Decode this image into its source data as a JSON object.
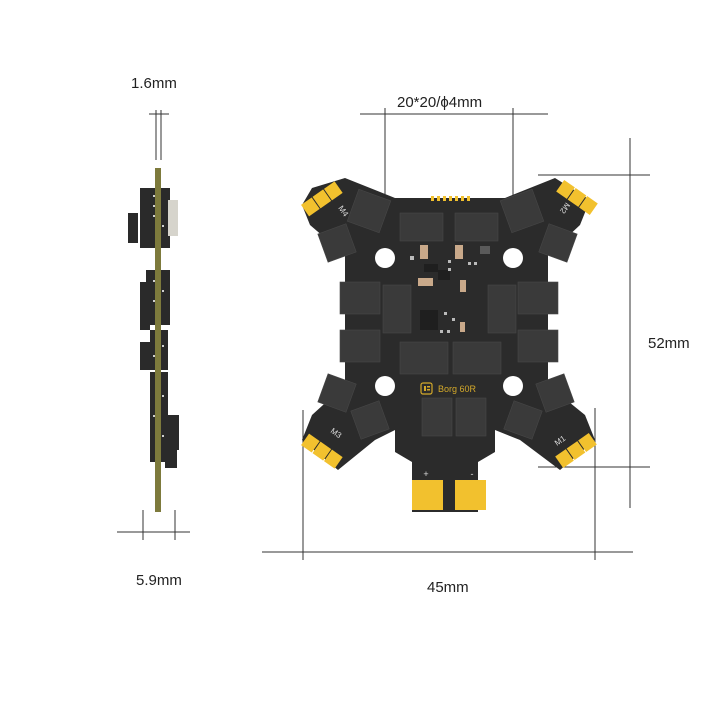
{
  "dimensions": {
    "thickness": "1.6mm",
    "height_side": "5.9mm",
    "mounting": "20*20/ϕ4mm",
    "length": "52mm",
    "width": "45mm"
  },
  "board": {
    "brand_label": "Borg 60R",
    "motor_labels": [
      "M4",
      "M2",
      "M3",
      "M1"
    ],
    "power_labels": [
      "+",
      "-"
    ],
    "colors": {
      "pcb": "#2b2b2b",
      "pad": "#f2c12e",
      "component": "#3a3a3a",
      "side_pcb": "#7d7a3c",
      "dim_line": "#333333"
    }
  }
}
